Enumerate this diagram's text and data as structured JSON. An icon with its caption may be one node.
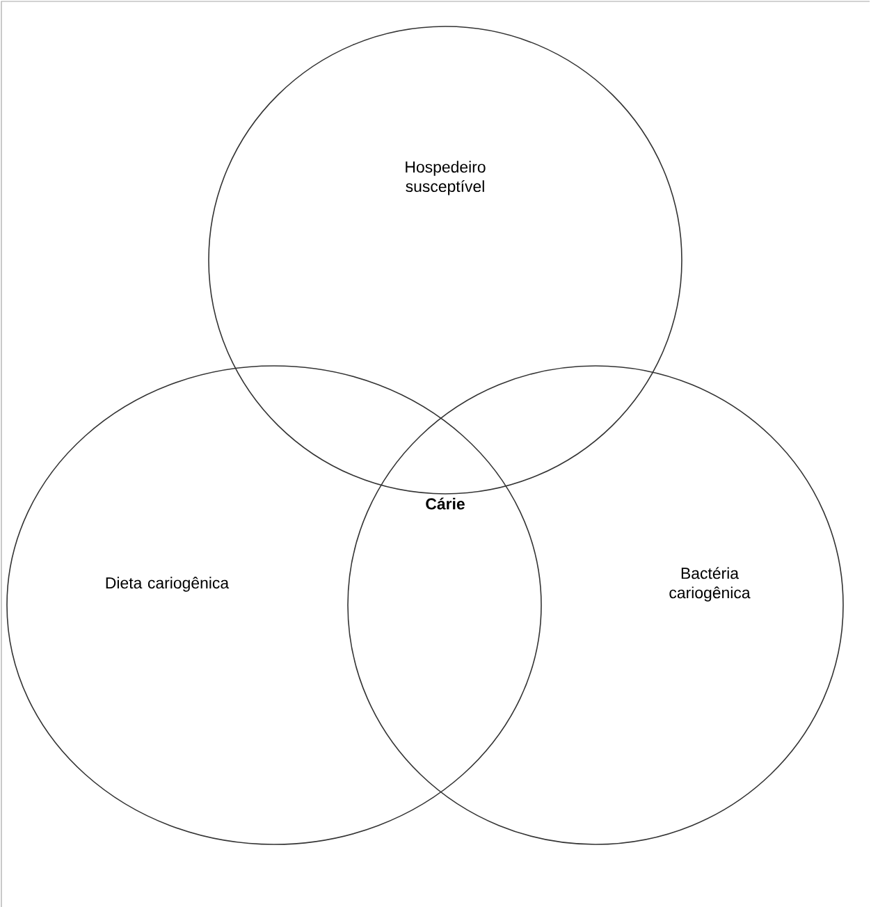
{
  "diagram": {
    "nodes": [
      {
        "text": [
          "Hospedeiro susceptível"
        ]
      },
      {
        "text": [
          "Dieta cariogênica"
        ]
      },
      {
        "text": [
          "Bactéria cariogênica"
        ]
      }
    ],
    "labels": [
      "Cárie"
    ]
  }
}
